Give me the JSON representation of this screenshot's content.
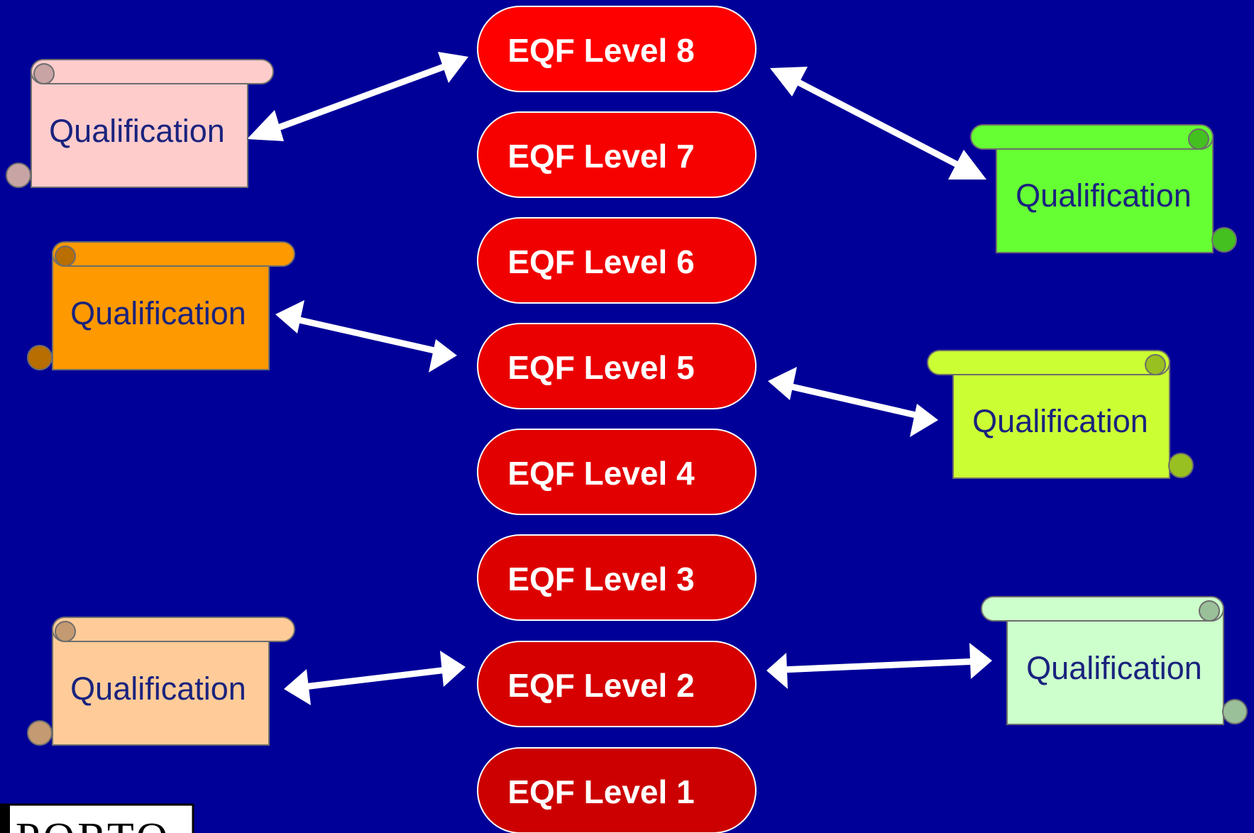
{
  "levels": [
    {
      "label": "EQF Level 8",
      "color": "#ff0000"
    },
    {
      "label": "EQF Level 7",
      "color": "#f70000"
    },
    {
      "label": "EQF Level 6",
      "color": "#f00000"
    },
    {
      "label": "EQF Level 5",
      "color": "#ea0000"
    },
    {
      "label": "EQF Level 4",
      "color": "#e30000"
    },
    {
      "label": "EQF Level 3",
      "color": "#dd0000"
    },
    {
      "label": "EQF Level 2",
      "color": "#d60000"
    },
    {
      "label": "EQF Level 1",
      "color": "#cc0000"
    }
  ],
  "qualifications": [
    {
      "label": "Qualification",
      "color": "#ffcccc",
      "curl_color": "#c8a4a4",
      "linked_level": "EQF Level 8"
    },
    {
      "label": "Qualification",
      "color": "#ff9900",
      "curl_color": "#b86e00",
      "linked_level": "EQF Level 5"
    },
    {
      "label": "Qualification",
      "color": "#ffcc99",
      "curl_color": "#c49a72",
      "linked_level": "EQF Level 2"
    },
    {
      "label": "Qualification",
      "color": "#66ff33",
      "curl_color": "#44c020",
      "linked_level": "EQF Level 8"
    },
    {
      "label": "Qualification",
      "color": "#ccff33",
      "curl_color": "#98c020",
      "linked_level": "EQF Level 5"
    },
    {
      "label": "Qualification",
      "color": "#ccffcc",
      "curl_color": "#9ac09a",
      "linked_level": "EQF Level 2"
    }
  ],
  "logo": {
    "text": "PORTO"
  }
}
